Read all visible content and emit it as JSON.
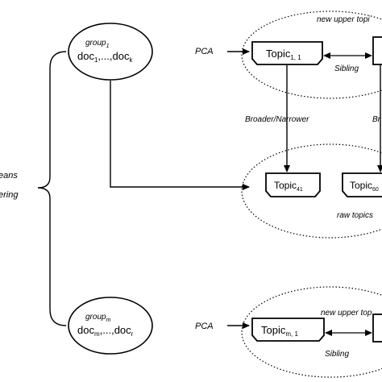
{
  "left_label": {
    "line1": "eans",
    "line2": "ering"
  },
  "group_top": {
    "name_main": "group",
    "name_sub": "1",
    "docs": {
      "a": "doc",
      "a_sub": "1",
      "mid": ",...,",
      "b": "doc",
      "b_sub": "k"
    }
  },
  "group_bottom": {
    "name_main": "group",
    "name_sub": "m",
    "docs": {
      "a": "doc",
      "a_sub": "m",
      "mid": ",...,",
      "b": "doc",
      "b_sub": "r"
    }
  },
  "edges": {
    "pca_top": "PCA",
    "pca_bottom": "PCA",
    "sibling_top": "Sibling",
    "sibling_bottom": "Sibling",
    "broader_narrower": "Broader/Narrower",
    "broader_cut": "Br"
  },
  "clusters": {
    "upper_top": "new upper topi",
    "raw": "raw topics",
    "upper_bottom": "new upper top"
  },
  "topics": {
    "t11": {
      "main": "Topic",
      "sub": "1, 1"
    },
    "t41": {
      "main": "Topic",
      "sub": "41"
    },
    "t60": {
      "main": "Topic",
      "sub": "60"
    },
    "tm1": {
      "main": "Topic",
      "sub": "m, 1"
    }
  }
}
